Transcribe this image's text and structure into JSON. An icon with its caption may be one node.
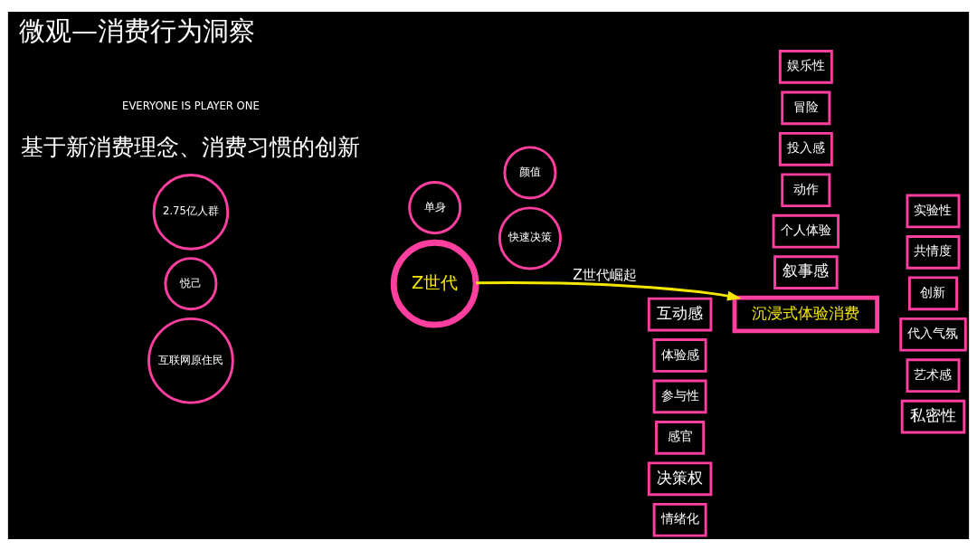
{
  "diagram": {
    "title": "微观—消费行为洞察",
    "nodes": [
      {
        "text": [
          "2.75亿人群"
        ]
      },
      {
        "text": [
          "单身"
        ]
      },
      {
        "text": [
          "颜值"
        ]
      },
      {
        "text": [
          "Z世代"
        ]
      },
      {
        "text": [
          "悦己"
        ]
      },
      {
        "text": [
          "互联网原住民"
        ]
      },
      {
        "text": [
          "快速决策"
        ]
      },
      {
        "text": [
          "互动感"
        ]
      },
      {
        "text": [
          "叙事感"
        ]
      },
      {
        "text": [
          "个人体验"
        ]
      },
      {
        "text": [
          "动作"
        ]
      },
      {
        "text": [
          "实验性"
        ]
      },
      {
        "text": [
          "体验感"
        ]
      },
      {
        "text": [
          "共情度"
        ]
      },
      {
        "text": [
          "参与性"
        ]
      },
      {
        "text": [
          "沉浸式体验消费"
        ]
      },
      {
        "text": [
          "创新"
        ]
      },
      {
        "text": [
          "感官"
        ]
      },
      {
        "text": [
          "投入感"
        ]
      },
      {
        "text": [
          "冒险"
        ]
      },
      {
        "text": [
          "代入气氛"
        ]
      },
      {
        "text": [
          "艺术感"
        ]
      },
      {
        "text": [
          "决策权"
        ]
      },
      {
        "text": [
          "娱乐性"
        ]
      },
      {
        "text": [
          "私密性"
        ]
      },
      {
        "text": [
          "情绪化"
        ]
      }
    ],
    "edges": [
      {
        "from": 3,
        "to": 15,
        "arrow": "to",
        "label": "Z世代崛起"
      }
    ],
    "labels": [
      "基于新消费理念、消费习惯的创新",
      "EVERYONE IS PLAYER ONE"
    ]
  }
}
